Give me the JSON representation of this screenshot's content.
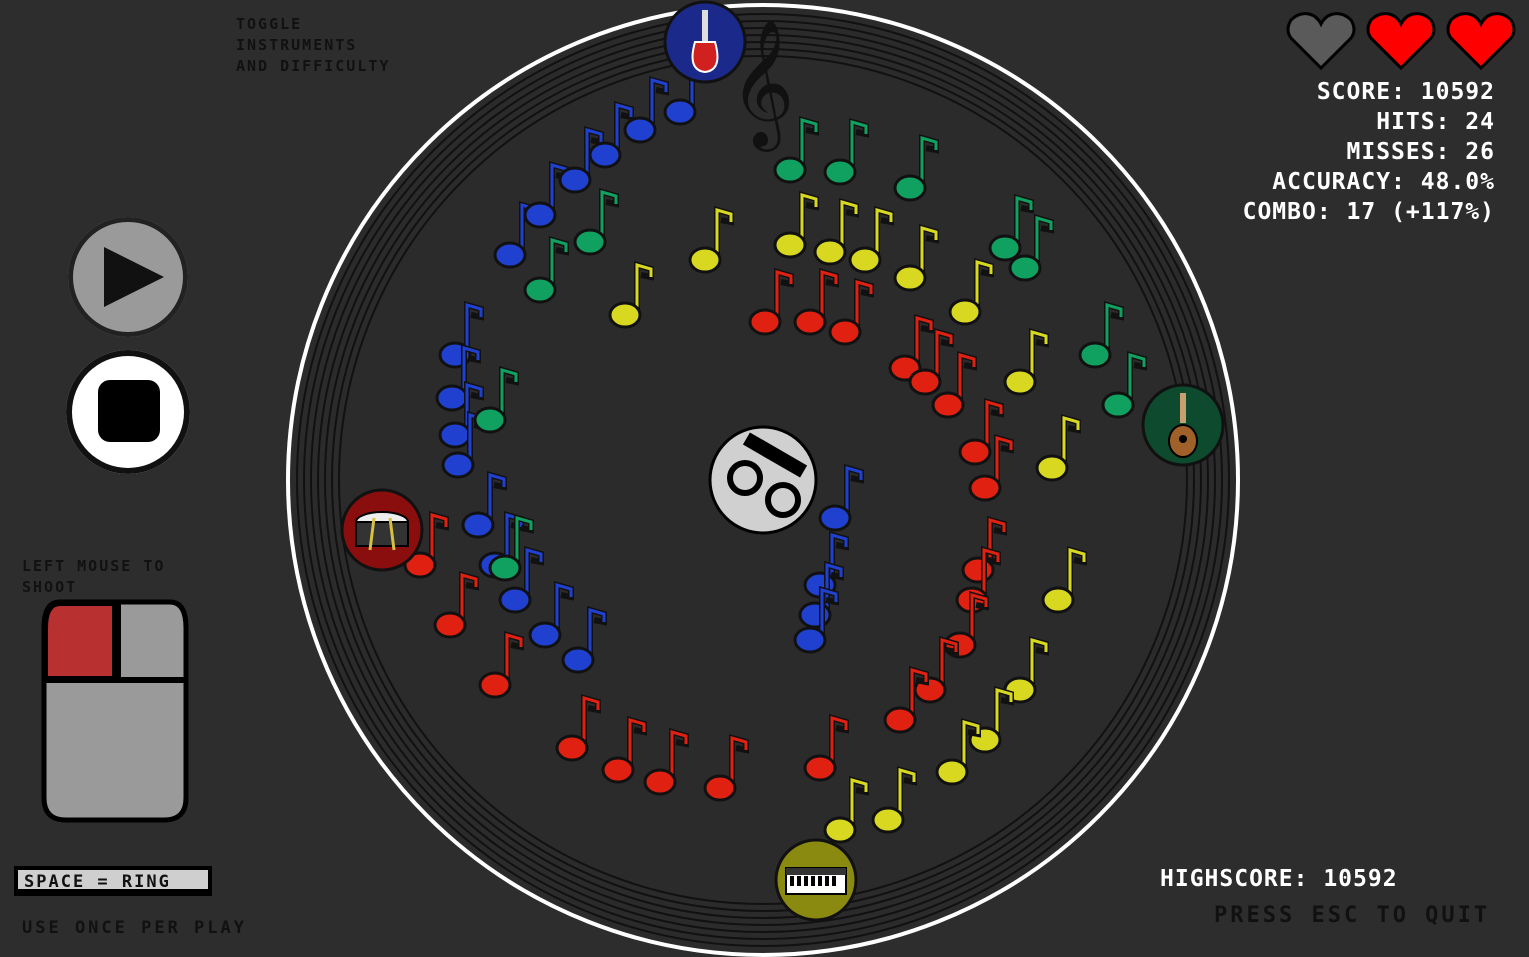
{
  "hud": {
    "lives_total": 3,
    "lives_remaining": 2,
    "score": "SCORE: 10592",
    "hits": "HITS: 24",
    "misses": "MISSES: 26",
    "accuracy": "ACCURACY: 48.0%",
    "combo": "COMBO: 17 (+117%)",
    "highscore": "HIGHSCORE: 10592",
    "quit_hint": "PRESS ESC TO QUIT"
  },
  "instructions": {
    "toggle": [
      "TOGGLE",
      "INSTRUMENTS",
      "AND DIFFICULTY"
    ],
    "mouse": [
      "LEFT MOUSE TO",
      "SHOOT"
    ],
    "space": "SPACE = RING",
    "space_note": "USE ONCE PER PLAY"
  },
  "instruments": [
    {
      "name": "electric-guitar",
      "color": "#1b2a8a"
    },
    {
      "name": "ukulele",
      "color": "#0d4a2e"
    },
    {
      "name": "drum",
      "color": "#8b0e0e"
    },
    {
      "name": "keyboard",
      "color": "#8a8a10"
    }
  ],
  "colors": {
    "background": "#2d2d2d",
    "blue": "#2040d0",
    "green": "#10a060",
    "yellow": "#d8d820",
    "red": "#e02010",
    "heart_full": "#ff0000",
    "heart_empty": "#5a5a5a"
  }
}
